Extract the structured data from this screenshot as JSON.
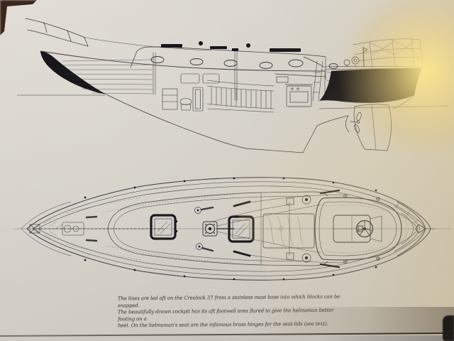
{
  "caption": {
    "lines": [
      "The lines are led aft on the Crealock 37 from a stainless mast base into which blocks can be snapped.",
      "The beautifully drawn cockpit has its aft footwell area flared to give the helmsman better footing on a",
      "heel. On the helmsman's seat are the infamous brass hinges for the seat-lids (see text)."
    ]
  },
  "colors": {
    "paper": "#d6d2ca",
    "ink": "#3b3940",
    "hull_black_fill": "#17161a",
    "glare": "#f6e28c",
    "photo_background_edge": "#3c261b",
    "caption_text": "#54504a"
  }
}
